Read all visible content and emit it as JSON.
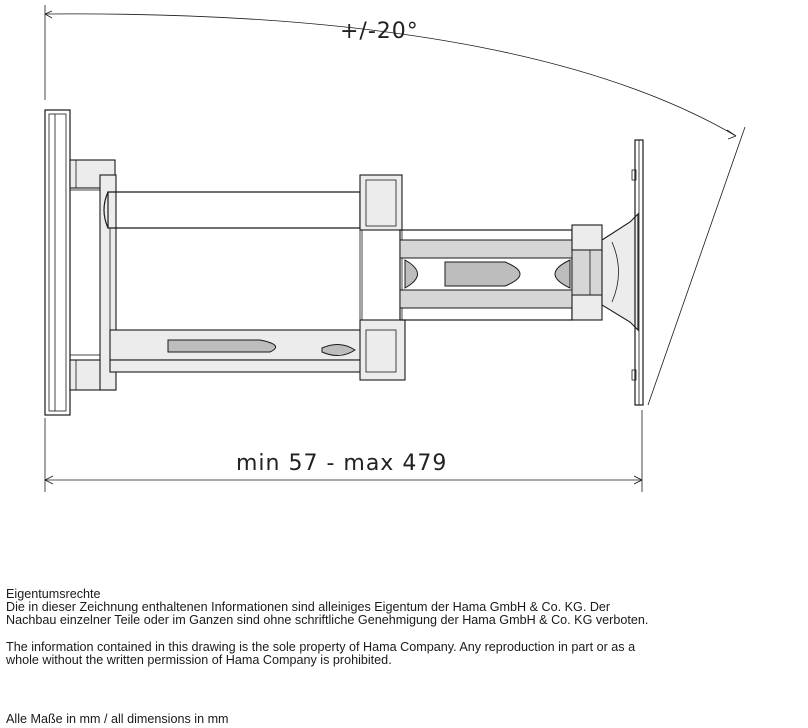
{
  "drawing": {
    "tilt_label": "+/-20°",
    "extension_label": "min 57 - max 479"
  },
  "notes": {
    "heading": "Eigentumsrechte",
    "german_line1": "Die in dieser Zeichnung enthaltenen Informationen sind alleiniges Eigentum der Hama GmbH & Co. KG. Der",
    "german_line2": "Nachbau einzelner Teile oder im Ganzen sind ohne schriftliche Genehmigung der Hama GmbH & Co. KG verboten.",
    "english_line1": "The information contained in this drawing is the sole property of Hama Company. Any reproduction in part or as a",
    "english_line2": "whole without the written permission of Hama Company is prohibited."
  },
  "footer": {
    "units": "Alle Maße in mm  / all dimensions in mm"
  }
}
